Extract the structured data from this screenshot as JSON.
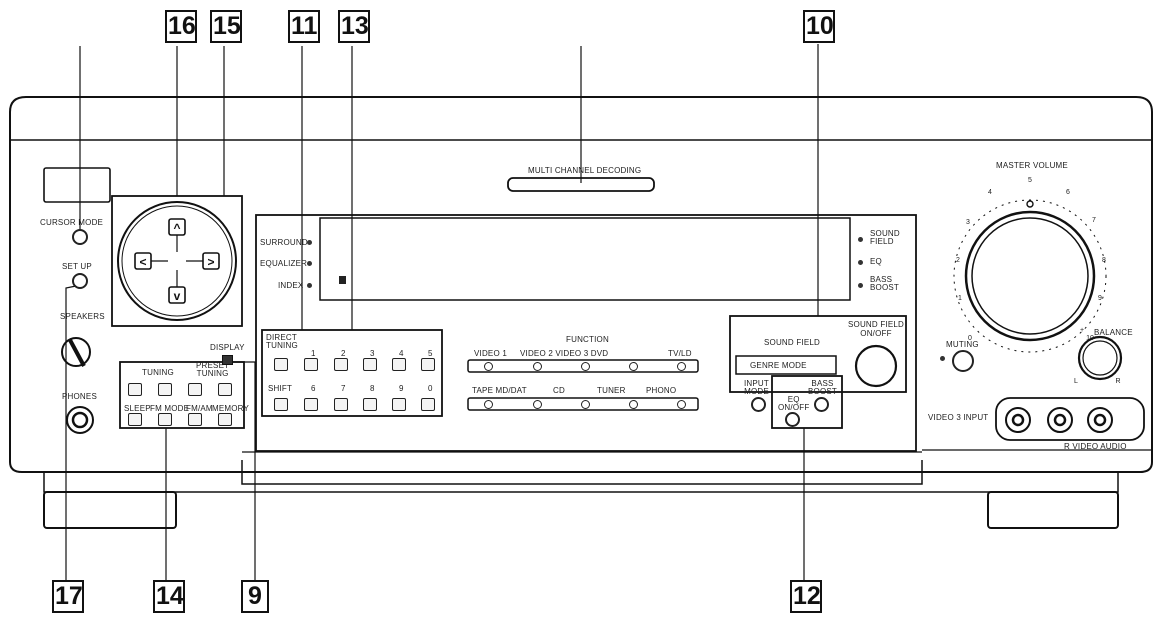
{
  "callouts": [
    "16",
    "15",
    "11",
    "13",
    "10",
    "17",
    "14",
    "9",
    "12"
  ],
  "front_panel": {
    "multi_channel_decoding": "MULTI CHANNEL DECODING",
    "master_volume": "MASTER VOLUME",
    "cursor_mode": "CURSOR MODE",
    "set_up": "SET UP",
    "speakers": "SPEAKERS",
    "phones": "PHONES",
    "display": "DISPLAY",
    "indicators_left": [
      "SURROUND",
      "EQUALIZER",
      "INDEX"
    ],
    "indicators_right": [
      "SOUND\nFIELD",
      "EQ",
      "BASS\nBOOST"
    ],
    "function": "FUNCTION",
    "function_row1": [
      "VIDEO 1",
      "VIDEO 2 VIDEO 3 DVD",
      "TV/LD"
    ],
    "function_row2": [
      "TAPE MD/DAT",
      "CD",
      "TUNER",
      "PHONO"
    ],
    "direct_tuning": "DIRECT\nTUNING",
    "shift": "SHIFT",
    "numbers_top": [
      "1",
      "2",
      "3",
      "4",
      "5"
    ],
    "numbers_bottom": [
      "6",
      "7",
      "8",
      "9",
      "0"
    ],
    "tuning": "TUNING",
    "preset_tuning": "PRESET\nTUNING",
    "sleep": "SLEEP",
    "fm_mode": "FM MODE",
    "fm_am": "FM/AM",
    "memory": "MEMORY",
    "sound_field": "SOUND FIELD",
    "genre_mode": "GENRE MODE",
    "sound_field_onoff": "SOUND FIELD\nON/OFF",
    "input_mode": "INPUT\nMODE",
    "eq_onoff": "EQ\nON/OFF",
    "bass_boost": "BASS\nBOOST",
    "muting": "MUTING",
    "balance": "BALANCE",
    "video3_input": "VIDEO 3 INPUT",
    "video_audio": "R VIDEO AUDIO"
  }
}
